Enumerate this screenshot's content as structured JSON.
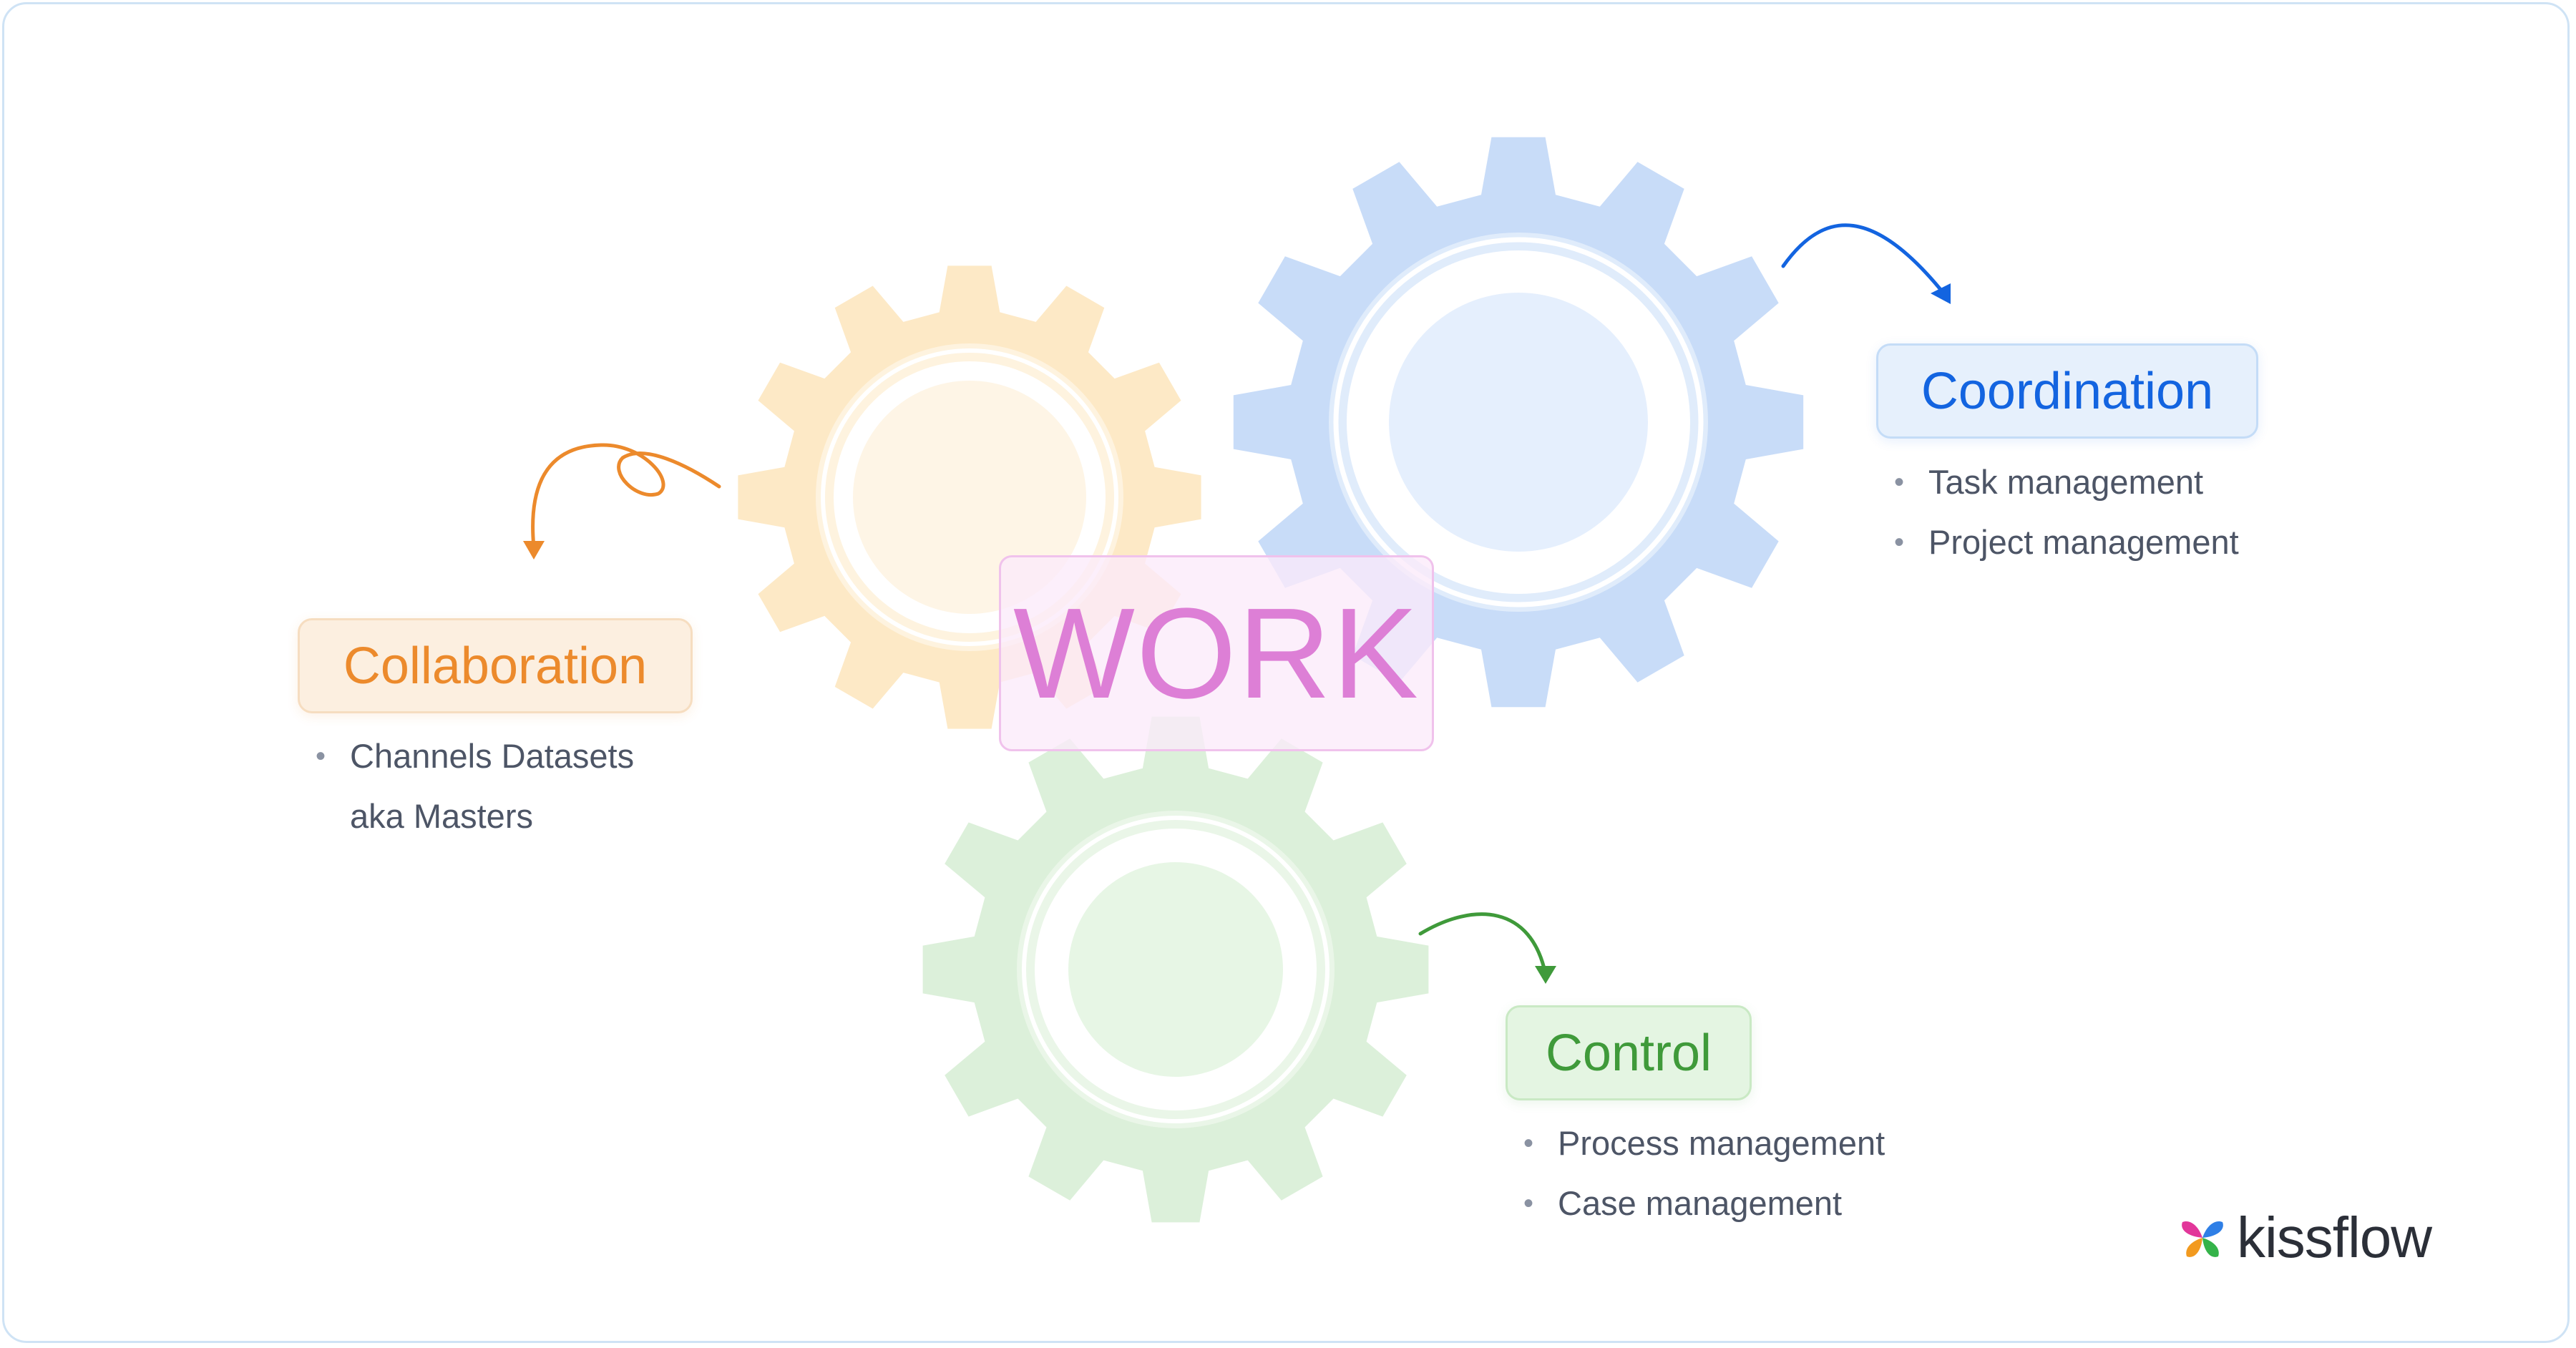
{
  "center_label": "WORK",
  "collaboration": {
    "title": "Collaboration",
    "items": [
      "Channels Datasets aka Masters"
    ],
    "color": "#ec8a2c"
  },
  "coordination": {
    "title": "Coordination",
    "items": [
      "Task management",
      "Project management"
    ],
    "color": "#1364e0"
  },
  "control": {
    "title": "Control",
    "items": [
      "Process management",
      "Case management"
    ],
    "color": "#3f9a3a"
  },
  "brand": {
    "name": "kissflow",
    "icon": "butterfly-logo-icon"
  },
  "gear_colors": {
    "orange": "#fde9c6",
    "blue": "#c8dcf8",
    "green": "#dcf0da"
  }
}
